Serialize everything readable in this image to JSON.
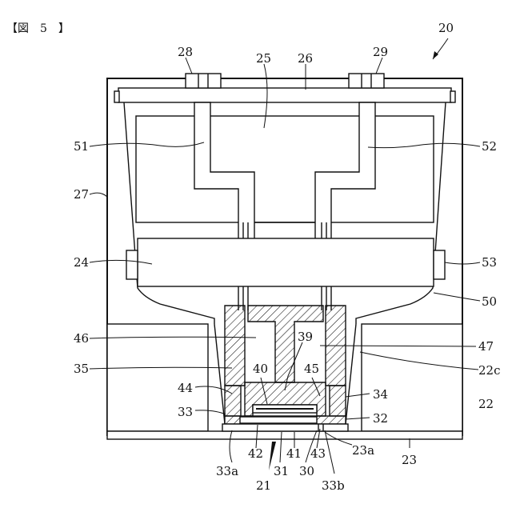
{
  "figure": {
    "title": "【図　5　】",
    "reference_main": "20"
  },
  "labels": {
    "l28": "28",
    "l25": "25",
    "l26": "26",
    "l29": "29",
    "l51": "51",
    "l52": "52",
    "l27": "27",
    "l24": "24",
    "l53": "53",
    "l50": "50",
    "l46": "46",
    "l39": "39",
    "l47": "47",
    "l35": "35",
    "l22c": "22c",
    "l40": "40",
    "l45": "45",
    "l44": "44",
    "l34": "34",
    "l22": "22",
    "l33": "33",
    "l32": "32",
    "l42": "42",
    "l41": "41",
    "l43": "43",
    "l23a": "23a",
    "l23": "23",
    "l33a": "33a",
    "l21": "21",
    "l31": "31",
    "l30": "30",
    "l33b": "33b"
  }
}
